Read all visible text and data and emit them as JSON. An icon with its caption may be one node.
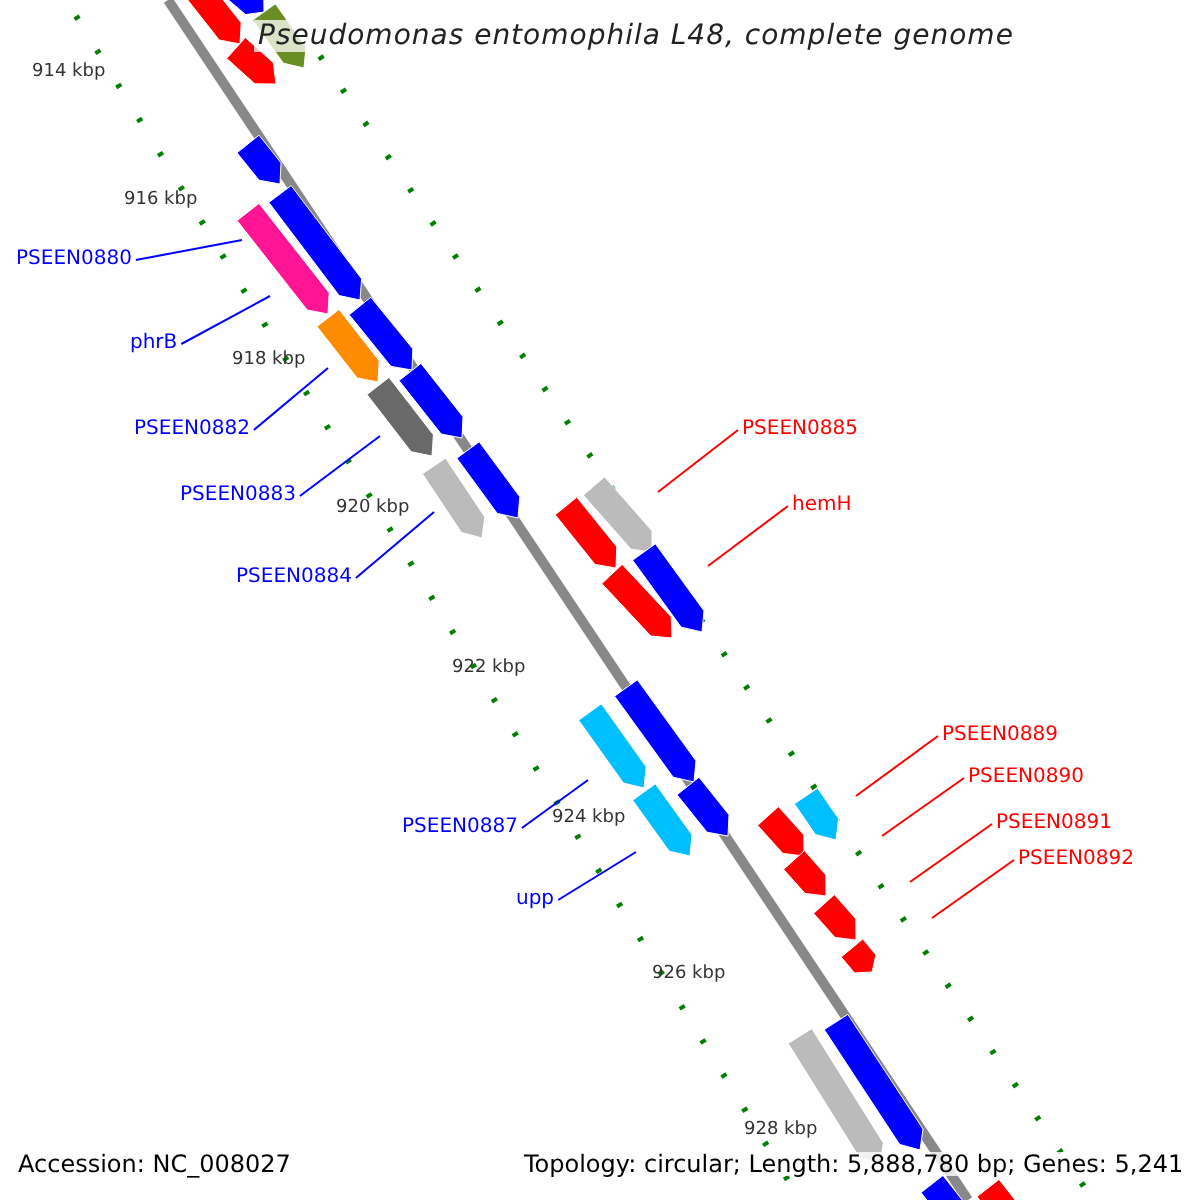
{
  "diagram": {
    "title": "Pseudomonas entomophila L48, complete genome",
    "nodes": [
      {
        "text": [
          "PSEEN0880"
        ]
      },
      {
        "text": [
          "phrB"
        ]
      },
      {
        "text": [
          "PSEEN0882"
        ]
      },
      {
        "text": [
          "PSEEN0883"
        ]
      },
      {
        "text": [
          "PSEEN0884"
        ]
      },
      {
        "text": [
          "PSEEN0885"
        ]
      },
      {
        "text": [
          "hemH"
        ]
      },
      {
        "text": [
          "PSEEN0887"
        ]
      },
      {
        "text": [
          "upp"
        ]
      },
      {
        "text": [
          "PSEEN0889"
        ]
      },
      {
        "text": [
          "PSEEN0890"
        ]
      },
      {
        "text": [
          "PSEEN0891"
        ]
      },
      {
        "text": [
          "PSEEN0892"
        ]
      }
    ],
    "edges": [
      {
        "from": 0,
        "to": null,
        "arrow": "none"
      },
      {
        "from": 1,
        "to": null,
        "arrow": "none"
      },
      {
        "from": 2,
        "to": null,
        "arrow": "none"
      },
      {
        "from": 3,
        "to": null,
        "arrow": "none"
      },
      {
        "from": 4,
        "to": null,
        "arrow": "none"
      },
      {
        "from": 5,
        "to": null,
        "arrow": "none",
        "color": "#ff0000"
      },
      {
        "from": 6,
        "to": null,
        "arrow": "none",
        "color": "#ff0000"
      },
      {
        "from": 7,
        "to": null,
        "arrow": "none"
      },
      {
        "from": 8,
        "to": null,
        "arrow": "none"
      },
      {
        "from": 9,
        "to": null,
        "arrow": "none",
        "color": "#ff0000"
      },
      {
        "from": 10,
        "to": null,
        "arrow": "none",
        "color": "#ff0000"
      },
      {
        "from": 11,
        "to": null,
        "arrow": "none",
        "color": "#ff0000"
      },
      {
        "from": 12,
        "to": null,
        "arrow": "none",
        "color": "#ff0000"
      }
    ],
    "labels": [
      "914 kbp",
      "916 kbp",
      "918 kbp",
      "920 kbp",
      "922 kbp",
      "924 kbp",
      "926 kbp",
      "928 kbp",
      "Accession: NC_008027",
      "Topology: circular; Length: 5,888,780 bp; Genes: 5,241"
    ]
  }
}
